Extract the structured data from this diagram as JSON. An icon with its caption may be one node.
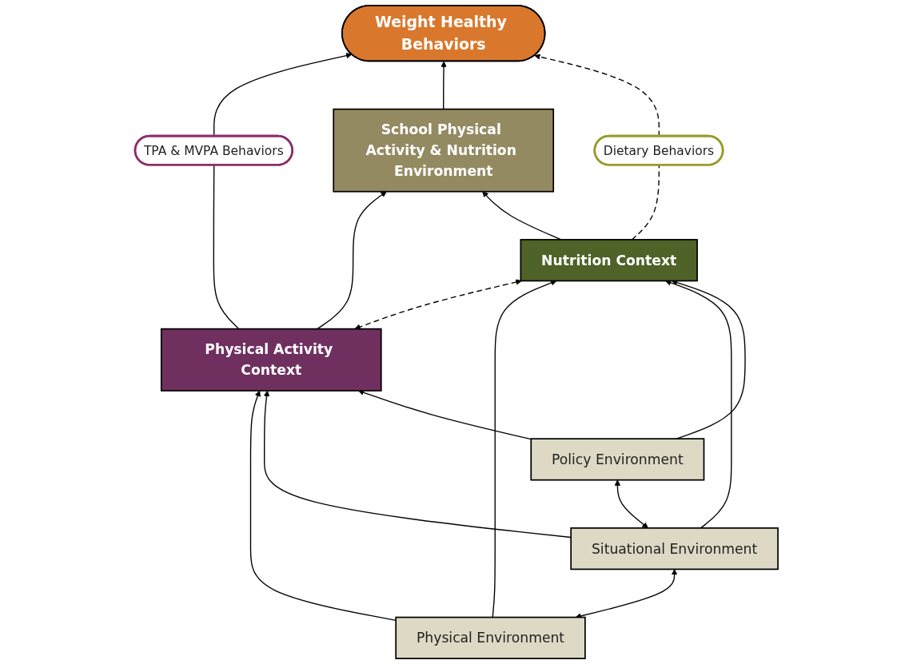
{
  "diagram": {
    "nodes": [
      {
        "text": [
          "Weight Healthy Behaviors"
        ]
      },
      {
        "text": [
          "TPA & MVPA Behaviors"
        ]
      },
      {
        "text": [
          "Dietary Behaviors"
        ]
      },
      {
        "text": [
          "School Physical Activity & Nutrition Environment"
        ]
      },
      {
        "text": [
          "Physical Activity Context"
        ]
      },
      {
        "text": [
          "Nutrition Context"
        ]
      },
      {
        "text": [
          "Physical Environment"
        ]
      },
      {
        "text": [
          "Situational Environment"
        ]
      },
      {
        "text": [
          "Policy Environment"
        ]
      }
    ],
    "edges": [
      {
        "from": 4,
        "to": 1,
        "arrow": "none"
      },
      {
        "from": 1,
        "to": 0,
        "arrow": "to"
      },
      {
        "from": 3,
        "to": 0,
        "arrow": "to"
      },
      {
        "from": 5,
        "to": 2,
        "arrow": "none",
        "style": "dashed"
      },
      {
        "from": 2,
        "to": 0,
        "arrow": "to",
        "style": "dashed"
      },
      {
        "from": 4,
        "to": 3,
        "arrow": "to"
      },
      {
        "from": 5,
        "to": 3,
        "arrow": "to"
      },
      {
        "from": 4,
        "to": 5,
        "arrow": "both",
        "style": "dashed"
      },
      {
        "from": 6,
        "to": 4,
        "arrow": "to"
      },
      {
        "from": 6,
        "to": 5,
        "arrow": "to"
      },
      {
        "from": 7,
        "to": 4,
        "arrow": "to"
      },
      {
        "from": 7,
        "to": 5,
        "arrow": "to"
      },
      {
        "from": 8,
        "to": 4,
        "arrow": "to"
      },
      {
        "from": 8,
        "to": 5,
        "arrow": "to"
      },
      {
        "from": 6,
        "to": 7,
        "arrow": "both"
      },
      {
        "from": 7,
        "to": 8,
        "arrow": "both"
      }
    ]
  }
}
